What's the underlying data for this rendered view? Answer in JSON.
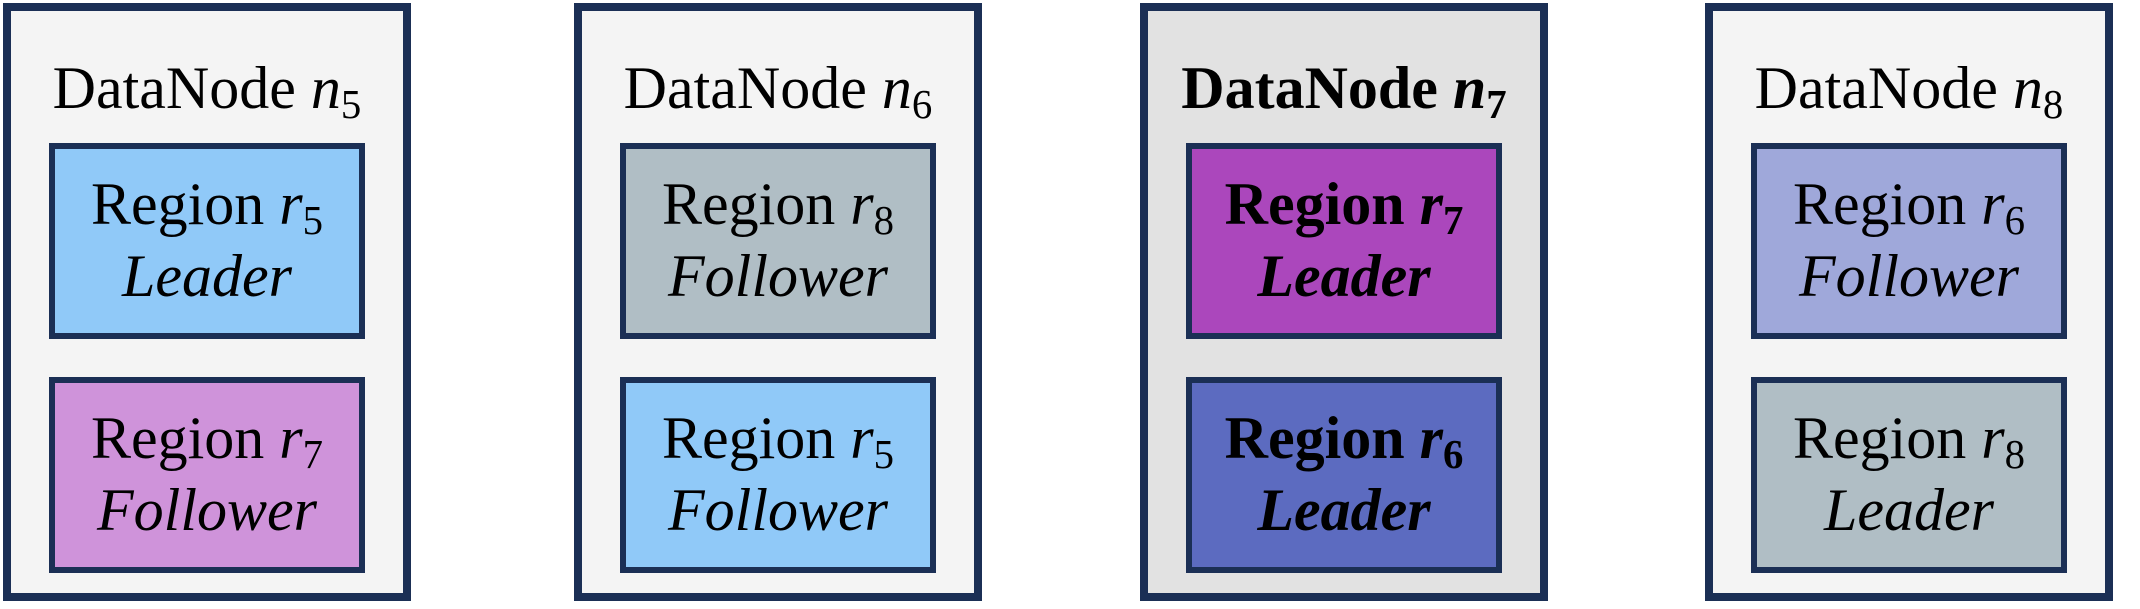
{
  "colors": {
    "border": "#1b2f55",
    "node_bg": "#f4f4f4",
    "node_highlight_bg": "#e2e2e2"
  },
  "datanodes": [
    {
      "label": "DataNode",
      "var": "n",
      "sub": "5",
      "highlight": false,
      "regions": [
        {
          "label": "Region",
          "var": "r",
          "sub": "5",
          "role": "Leader",
          "color": "#90c9f8"
        },
        {
          "label": "Region",
          "var": "r",
          "sub": "7",
          "role": "Follower",
          "color": "#cf93da"
        }
      ]
    },
    {
      "label": "DataNode",
      "var": "n",
      "sub": "6",
      "highlight": false,
      "regions": [
        {
          "label": "Region",
          "var": "r",
          "sub": "8",
          "role": "Follower",
          "color": "#b0bec5"
        },
        {
          "label": "Region",
          "var": "r",
          "sub": "5",
          "role": "Follower",
          "color": "#90c9f8"
        }
      ]
    },
    {
      "label": "DataNode",
      "var": "n",
      "sub": "7",
      "highlight": true,
      "regions": [
        {
          "label": "Region",
          "var": "r",
          "sub": "7",
          "role": "Leader",
          "color": "#ab47bc"
        },
        {
          "label": "Region",
          "var": "r",
          "sub": "6",
          "role": "Leader",
          "color": "#5c6bc0"
        }
      ]
    },
    {
      "label": "DataNode",
      "var": "n",
      "sub": "8",
      "highlight": false,
      "regions": [
        {
          "label": "Region",
          "var": "r",
          "sub": "6",
          "role": "Follower",
          "color": "#9fa8da"
        },
        {
          "label": "Region",
          "var": "r",
          "sub": "8",
          "role": "Leader",
          "color": "#b0bec5"
        }
      ]
    }
  ]
}
